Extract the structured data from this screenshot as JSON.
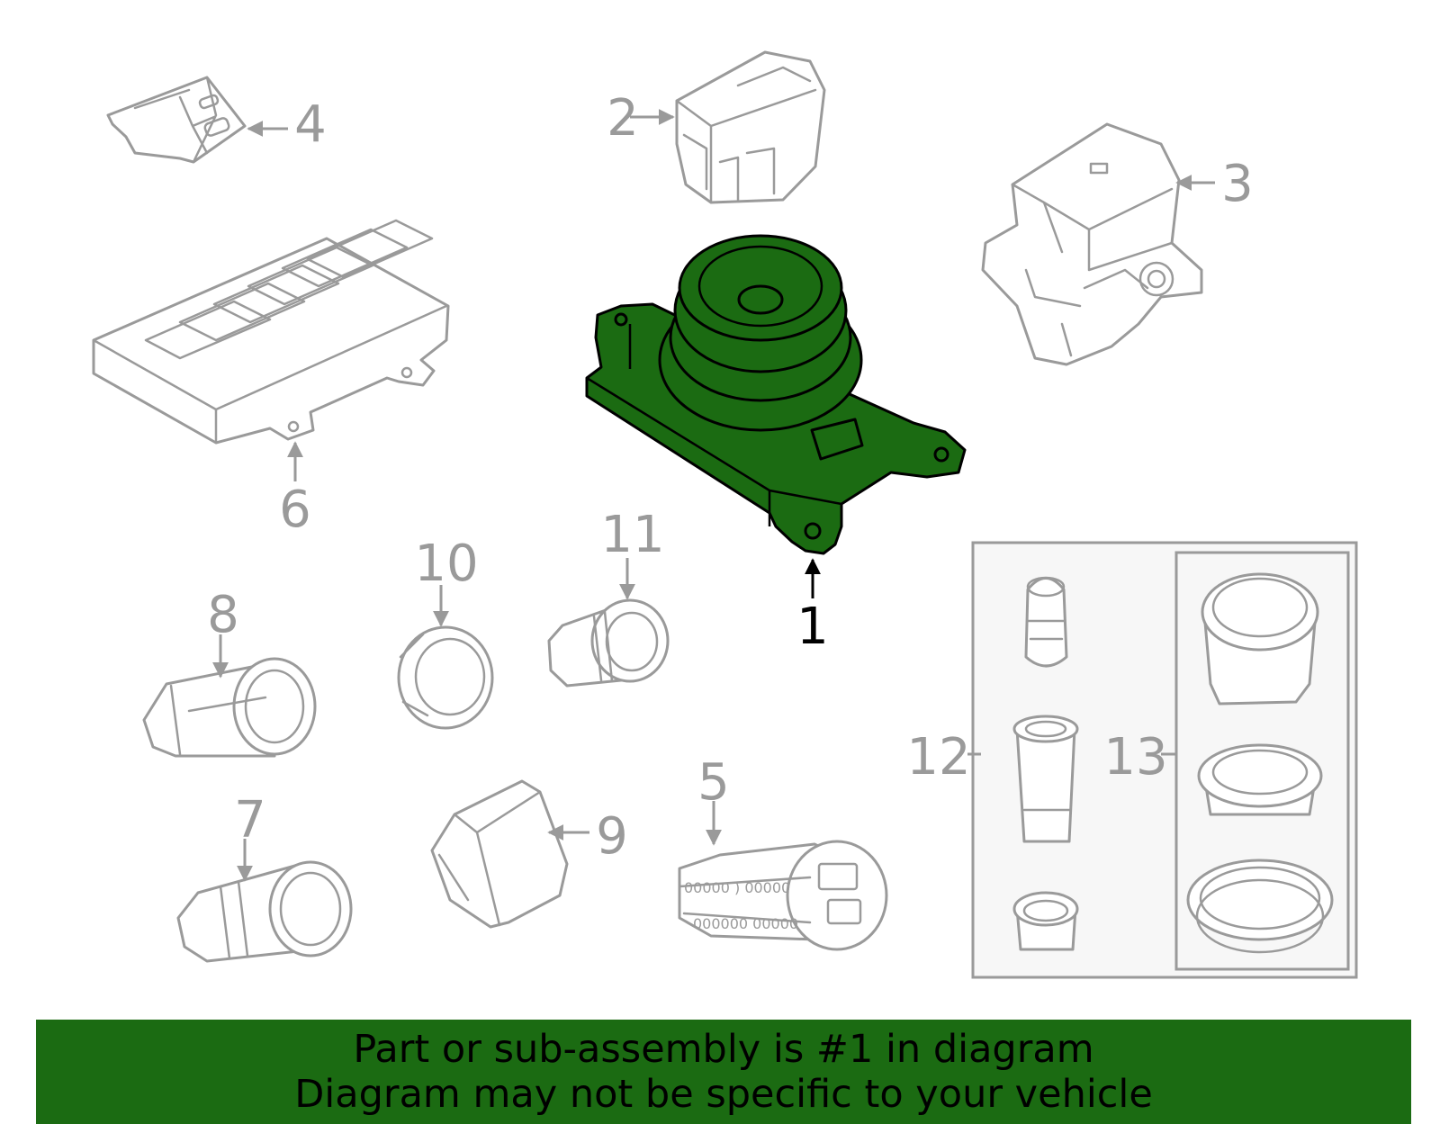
{
  "callouts": {
    "c1": "1",
    "c2": "2",
    "c3": "3",
    "c4": "4",
    "c5": "5",
    "c6": "6",
    "c7": "7",
    "c8": "8",
    "c9": "9",
    "c10": "10",
    "c11": "11",
    "c12": "12",
    "c13": "13"
  },
  "banner": {
    "line1": "Part or sub-assembly is #1 in diagram",
    "line2": "Diagram may not be specific to your vehicle"
  },
  "colors": {
    "highlight": "#1b6b12",
    "parts": "#9a9a9a",
    "banner": "#1b6b12"
  }
}
